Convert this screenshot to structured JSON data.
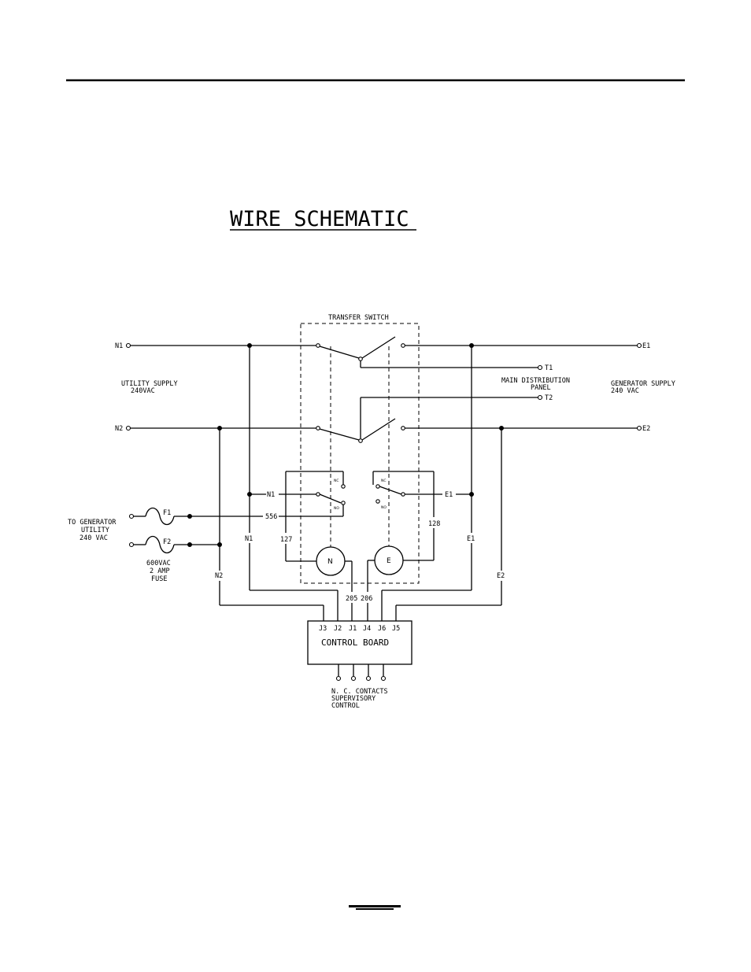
{
  "title": "WIRE SCHEMATIC",
  "transfer_switch_label": "TRANSFER SWITCH",
  "terminals": {
    "n1": "N1",
    "n2": "N2",
    "e1": "E1",
    "e2": "E2",
    "t1": "T1",
    "t2": "T2"
  },
  "utility_supply": [
    "UTILITY SUPPLY",
    "240VAC"
  ],
  "generator_supply": [
    "GENERATOR SUPPLY",
    "240 VAC"
  ],
  "main_panel": [
    "MAIN DISTRIBUTION",
    "PANEL"
  ],
  "to_generator": [
    "TO GENERATOR",
    "UTILITY",
    "240 VAC"
  ],
  "fuse_note": [
    "600VAC",
    "2 AMP",
    "FUSE"
  ],
  "fuses": {
    "f1": "F1",
    "f2": "F2"
  },
  "motors": {
    "n": "N",
    "e": "E"
  },
  "aux_contacts": {
    "nc": "NC",
    "no": "NO"
  },
  "aux_terminals": {
    "n1": "N1",
    "e1": "E1"
  },
  "wire_numbers": {
    "w556": "556",
    "w127": "127",
    "w128": "128",
    "w205": "205",
    "w206": "206"
  },
  "wire_tags": {
    "n1": "N1",
    "n2": "N2",
    "e1": "E1",
    "e2": "E2"
  },
  "control_board": {
    "label": "CONTROL BOARD",
    "pins": [
      "J3",
      "J2",
      "J1",
      "J4",
      "J6",
      "J5"
    ]
  },
  "nc_contacts": [
    "N. C. CONTACTS",
    "SUPERVISORY",
    "CONTROL"
  ]
}
